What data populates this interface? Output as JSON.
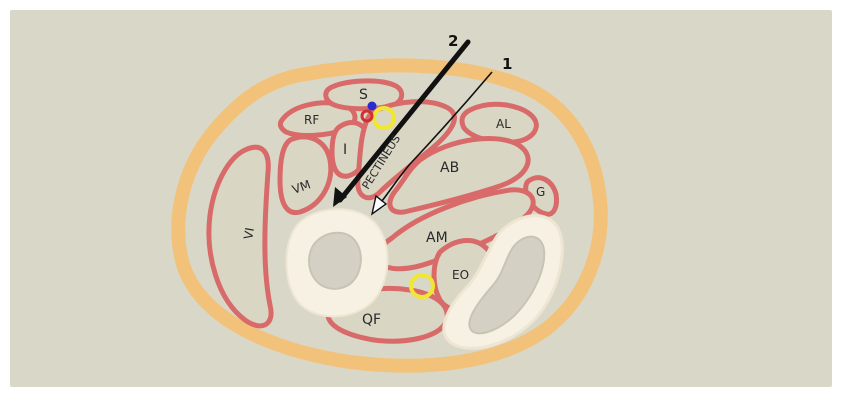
{
  "colors": {
    "background": "#d9d8c8",
    "fat_layer": "#f2c27a",
    "muscle_outline": "#d96a6a",
    "muscle_fill": "#d9d6c4",
    "bone": "#f6f1e3",
    "marrow": "#d4d1c4",
    "nerve": "#f0e830",
    "artery": "#d03030",
    "vein": "#2a2ad0",
    "arrow": "#111111"
  },
  "arrows": {
    "arrow_1": "1",
    "arrow_2": "2"
  },
  "labels": {
    "S": "S",
    "RF": "RF",
    "I": "I",
    "PECTINEUS": "PECTINEUS",
    "AL": "AL",
    "AB": "AB",
    "G": "G",
    "VM": "VM",
    "VI": "VI",
    "AM": "AM",
    "EO": "EO",
    "QF": "QF"
  }
}
